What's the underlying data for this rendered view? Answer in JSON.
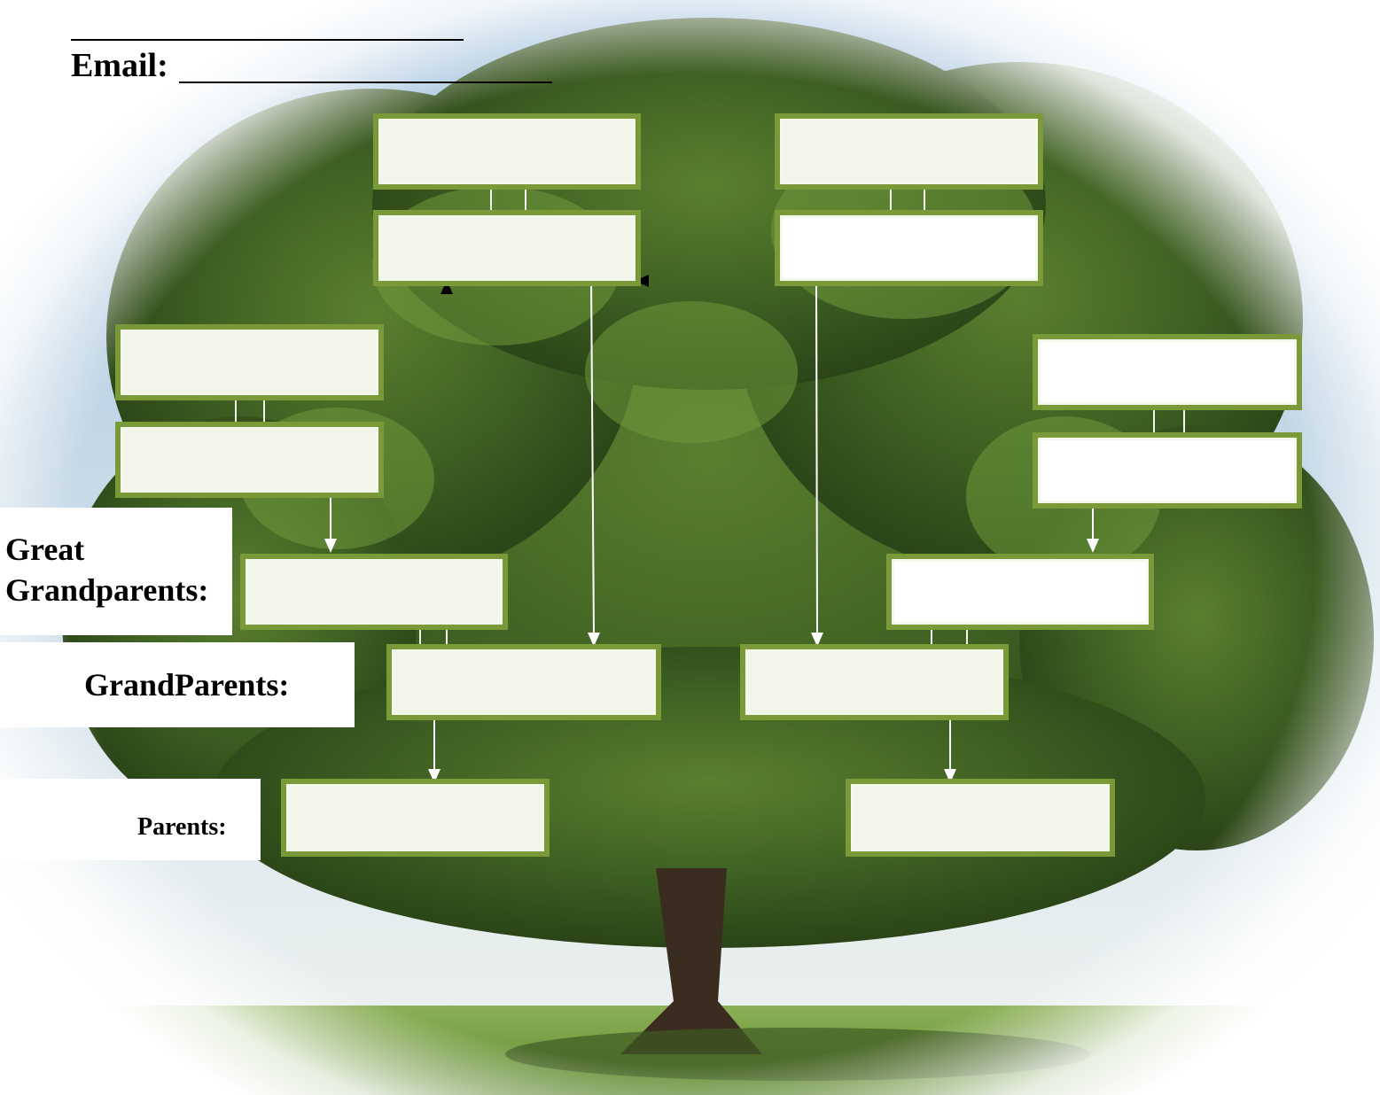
{
  "header": {
    "name_blank": "",
    "email_label": "Email:"
  },
  "labels": {
    "great_grandparents_line1": "Great",
    "great_grandparents_line2": "Grandparents:",
    "grandparents": "GrandParents:",
    "parents": "Parents:"
  },
  "boxes": {
    "top_left_1": "",
    "top_left_2": "",
    "top_right_1": "",
    "top_right_2": "",
    "left_1": "",
    "left_2": "",
    "right_1": "",
    "right_2": "",
    "great_gp_left": "",
    "great_gp_right": "",
    "gp_left": "",
    "gp_right": "",
    "parent_left": "",
    "parent_right": ""
  },
  "colors": {
    "box_frame": "#7a9a3a",
    "box_fill_cream": "#f2f6ea",
    "box_fill_white": "#ffffff",
    "connector": "#f4f7ec",
    "foliage_dark": "#2f4a1c",
    "foliage_mid": "#4d6e2a",
    "sky": "#c9dcea",
    "grass": "#7fa24a"
  },
  "background_image": "oak-tree-on-meadow"
}
